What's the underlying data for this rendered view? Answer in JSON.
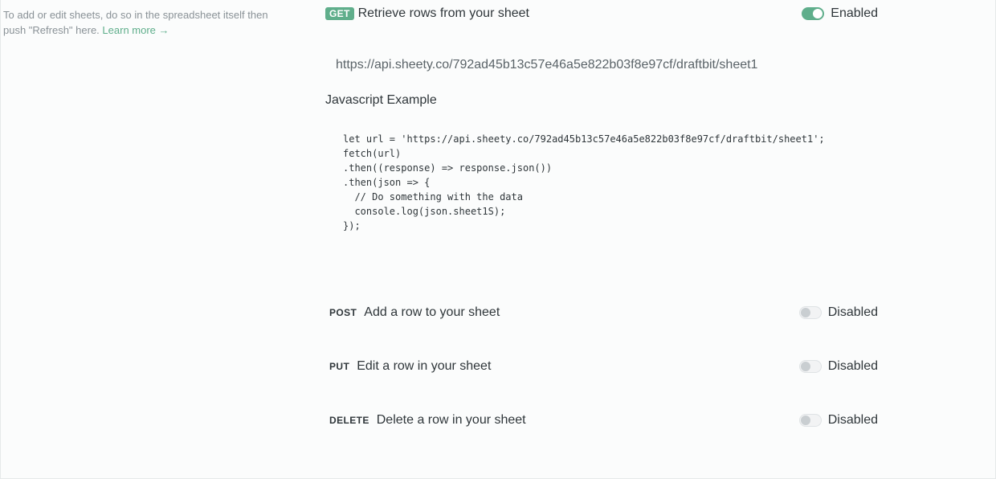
{
  "sidebar": {
    "note_text": "To add or edit sheets, do so in the spreadsheet itself then push \"Refresh\" here.",
    "learn_more": "Learn more →"
  },
  "endpoints": {
    "get": {
      "method": "GET",
      "title": "Retrieve rows from your sheet",
      "status": "Enabled",
      "enabled": true,
      "url": "https://api.sheety.co/792ad45b13c57e46a5e822b03f8e97cf/draftbit/sheet1",
      "example_title": "Javascript Example",
      "code": "let url = 'https://api.sheety.co/792ad45b13c57e46a5e822b03f8e97cf/draftbit/sheet1';\nfetch(url)\n.then((response) => response.json())\n.then(json => {\n  // Do something with the data\n  console.log(json.sheet1S);\n});"
    },
    "post": {
      "method": "POST",
      "title": "Add a row to your sheet",
      "status": "Disabled",
      "enabled": false
    },
    "put": {
      "method": "PUT",
      "title": "Edit a row in your sheet",
      "status": "Disabled",
      "enabled": false
    },
    "delete": {
      "method": "DELETE",
      "title": "Delete a row in your sheet",
      "status": "Disabled",
      "enabled": false
    }
  },
  "colors": {
    "accent": "#5fae8b",
    "text": "#2f363a",
    "muted": "#8a9297",
    "background": "#fbfcfc"
  }
}
